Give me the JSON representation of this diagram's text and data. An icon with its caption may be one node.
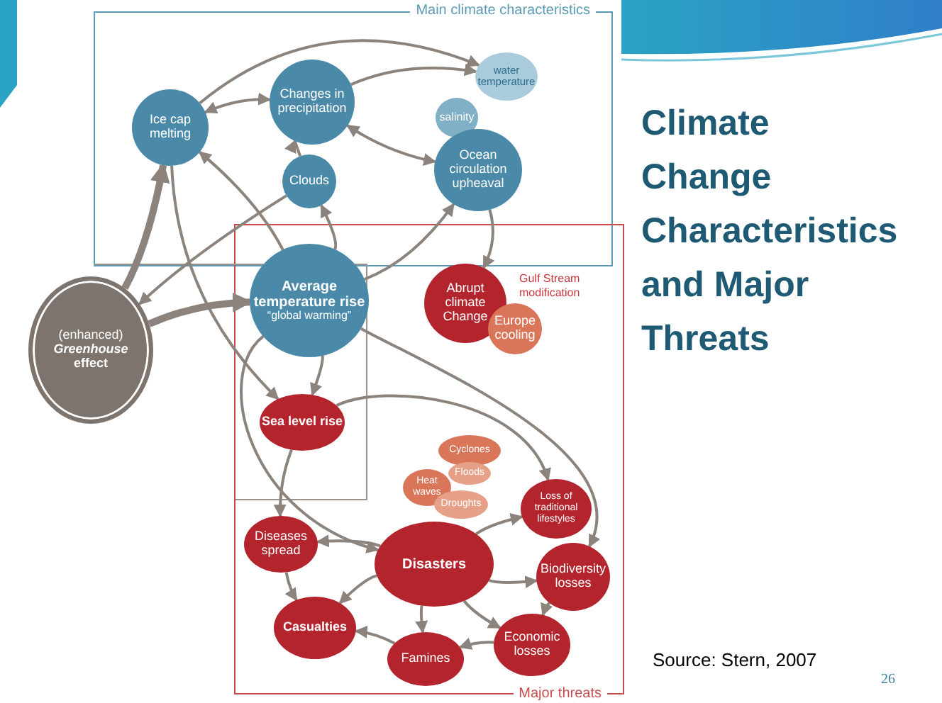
{
  "diagram": {
    "title": "Climate Change Characteristics and Major Threats",
    "nodes": [
      {
        "text": [
          "Ice cap melting"
        ]
      },
      {
        "text": [
          "Changes in precipitation"
        ]
      },
      {
        "text": [
          "water temperature"
        ]
      },
      {
        "text": [
          "salinity"
        ]
      },
      {
        "text": [
          "Ocean circulation upheaval"
        ]
      },
      {
        "text": [
          "Clouds"
        ]
      },
      {
        "text": [
          "Average temperature rise",
          "“global warming”"
        ]
      },
      {
        "text": [
          "(enhanced)",
          "Greenhouse",
          "effect"
        ]
      },
      {
        "text": [
          "Abrupt climate Change"
        ]
      },
      {
        "text": [
          "Europe cooling"
        ]
      },
      {
        "text": [
          "Sea level rise"
        ]
      },
      {
        "text": [
          "Cyclones"
        ]
      },
      {
        "text": [
          "Floods"
        ]
      },
      {
        "text": [
          "Heat waves"
        ]
      },
      {
        "text": [
          "Droughts"
        ]
      },
      {
        "text": [
          "Loss of traditional lifestyles"
        ]
      },
      {
        "text": [
          "Diseases spread"
        ]
      },
      {
        "text": [
          "Disasters"
        ]
      },
      {
        "text": [
          "Biodiversity losses"
        ]
      },
      {
        "text": [
          "Casualties"
        ]
      },
      {
        "text": [
          "Famines"
        ]
      },
      {
        "text": [
          "Economic losses"
        ]
      }
    ],
    "edges": [
      {
        "from": 0,
        "to": 2,
        "arrow": "to"
      },
      {
        "from": 0,
        "to": 1,
        "arrow": "both"
      },
      {
        "from": 1,
        "to": 2,
        "arrow": "to"
      },
      {
        "from": 1,
        "to": 4,
        "arrow": "both"
      },
      {
        "from": 5,
        "to": 1,
        "arrow": "to"
      },
      {
        "from": 5,
        "to": 7,
        "arrow": "to"
      },
      {
        "from": 6,
        "to": 5,
        "arrow": "to"
      },
      {
        "from": 6,
        "to": 0,
        "arrow": "to"
      },
      {
        "from": 7,
        "to": 0,
        "arrow": "to",
        "style": "thick"
      },
      {
        "from": 7,
        "to": 6,
        "arrow": "to",
        "style": "thick"
      },
      {
        "from": 6,
        "to": 4,
        "arrow": "to"
      },
      {
        "from": 4,
        "to": 8,
        "arrow": "to"
      },
      {
        "from": 6,
        "to": 10,
        "arrow": "to"
      },
      {
        "from": 0,
        "to": 10,
        "arrow": "to"
      },
      {
        "from": 6,
        "to": 18,
        "arrow": "to"
      },
      {
        "from": 10,
        "to": 15,
        "arrow": "to"
      },
      {
        "from": 10,
        "to": 16,
        "arrow": "to"
      },
      {
        "from": 6,
        "to": 17,
        "arrow": "to"
      },
      {
        "from": 17,
        "to": 16,
        "arrow": "to"
      },
      {
        "from": 17,
        "to": 15,
        "arrow": "to"
      },
      {
        "from": 17,
        "to": 18,
        "arrow": "to"
      },
      {
        "from": 17,
        "to": 21,
        "arrow": "to"
      },
      {
        "from": 17,
        "to": 20,
        "arrow": "to"
      },
      {
        "from": 17,
        "to": 19,
        "arrow": "to"
      },
      {
        "from": 16,
        "to": 19,
        "arrow": "to"
      },
      {
        "from": 18,
        "to": 21,
        "arrow": "to"
      },
      {
        "from": 21,
        "to": 20,
        "arrow": "to"
      },
      {
        "from": 20,
        "to": 19,
        "arrow": "to"
      }
    ],
    "labels": [
      "Main climate characteristics",
      "Gulf Stream modification",
      "Major threats",
      "Source: Stern, 2007",
      "26"
    ]
  }
}
